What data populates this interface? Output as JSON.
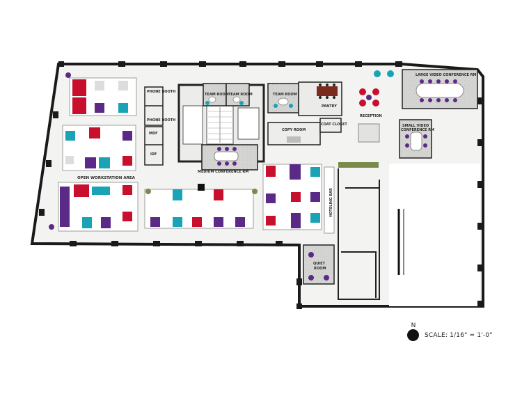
{
  "rooms": {
    "phone_booth_1": "PHONE BOOTH",
    "phone_booth_2": "PHONE BOOTH",
    "mdf": "MDF",
    "idf": "IDF",
    "team_room_1": "TEAM ROOM",
    "team_room_2": "TEAM ROOM",
    "team_room_3": "TEAM ROOM",
    "pantry": "PANTRY",
    "copy_room": "COPY ROOM",
    "coat_closet": "COAT CLOSET",
    "reception": "RECEPTION",
    "large_video_conference": "LARGE VIDEO CONFERENCE RM",
    "small_video_conference_line1": "SMALL VIDEO",
    "small_video_conference_line2": "CONFERENCE RM",
    "medium_conference": "MEDIUM CONFERENCE RM",
    "open_workstation_area": "OPEN WORKSTATION AREA",
    "hoteling_bar": "HOTELING BAR",
    "quiet_room_line1": "QUIET",
    "quiet_room_line2": "ROOM"
  },
  "legend": {
    "north": "N",
    "scale": "SCALE: 1/16\" = 1'-0\""
  },
  "colors": {
    "red": "#c8102e",
    "purple": "#5b2a86",
    "teal": "#1aa3b5",
    "floor": "#f2f2f0",
    "wall": "#1a1a1a",
    "concrete": "#cfcfcf"
  }
}
